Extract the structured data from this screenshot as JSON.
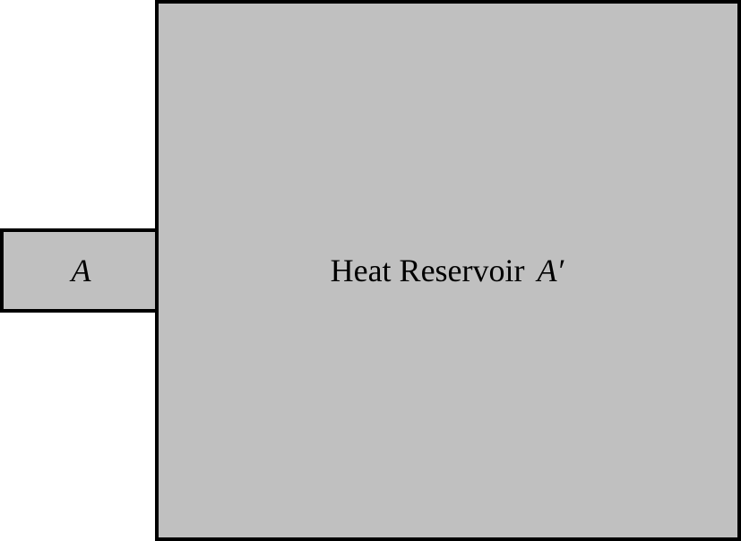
{
  "system": {
    "symbol": "A"
  },
  "reservoir": {
    "name": "Heat Reservoir",
    "symbol": "A",
    "prime": "′"
  },
  "colors": {
    "fill": "#c0c0c0",
    "stroke": "#000000",
    "background": "#ffffff"
  }
}
